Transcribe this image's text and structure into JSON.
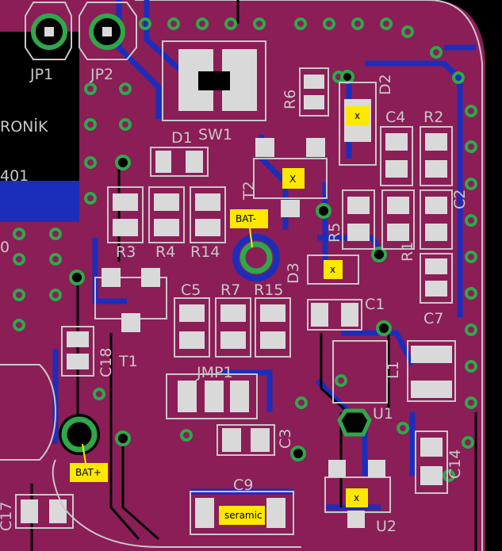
{
  "board": {
    "colors": {
      "copper_bg": "#8b1d57",
      "bottom_trace": "#1d2dbb",
      "silkscreen": "#c8c8c8",
      "via_ring": "#2ea84a",
      "note_fill": "#ffe800"
    },
    "left_text": {
      "line1": "RONİK",
      "line2": "401",
      "line3": "0"
    },
    "silkscreen_labels": {
      "JP1": "JP1",
      "JP2": "JP2",
      "SW1": "SW1",
      "R6": "R6",
      "D2": "D2",
      "C4": "C4",
      "R2": "R2",
      "D1": "D1",
      "T2": "T2",
      "R3": "R3",
      "R4": "R4",
      "R14": "R14",
      "R5": "R5",
      "R1": "R1",
      "C2": "C2",
      "D3": "D3",
      "C5": "C5",
      "R7": "R7",
      "R15": "R15",
      "C1": "C1",
      "C7": "C7",
      "C18": "C18",
      "T1": "T1",
      "JMP1": "JMP1",
      "L1": "L1",
      "U1": "U1",
      "C3": "C3",
      "C14": "C14",
      "C9": "C9",
      "U2": "U2",
      "C17": "C17"
    },
    "notes": {
      "x_d2": "x",
      "x_t2": "X",
      "bat_minus": "BAT-",
      "x_d3": "x",
      "bat_plus": "BAT+",
      "ceramic": "seramic",
      "x_u2": "x"
    }
  }
}
